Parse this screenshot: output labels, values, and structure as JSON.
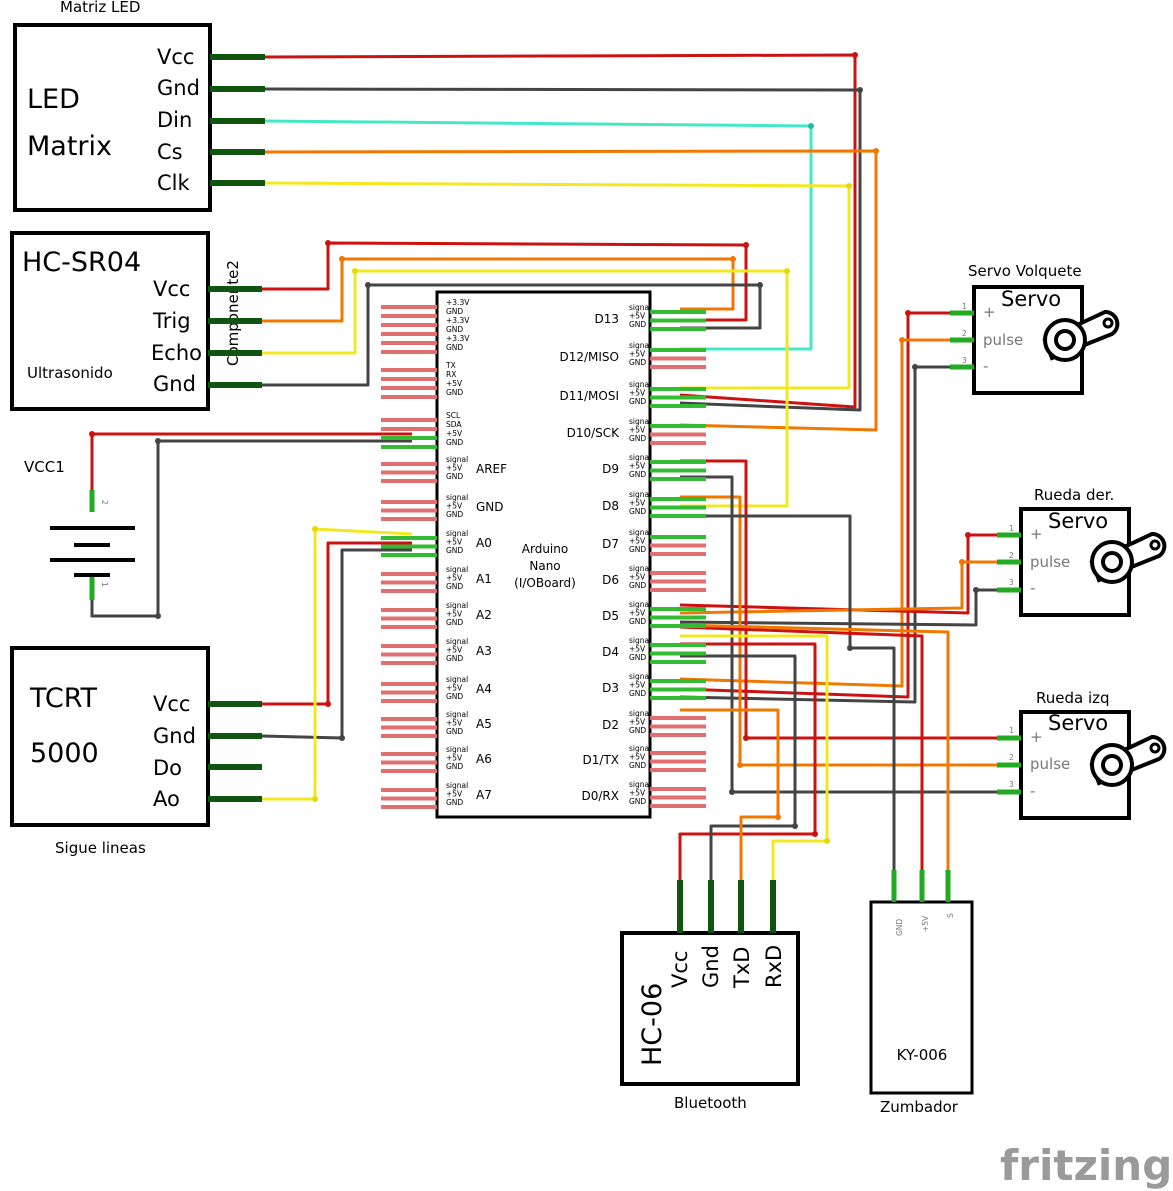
{
  "led": {
    "caption": "Matriz LED",
    "name_line1": "LED",
    "name_line2": "Matrix",
    "pins": [
      "Vcc",
      "Gnd",
      "Din",
      "Cs",
      "Clk"
    ]
  },
  "sonar": {
    "name": "HC-SR04",
    "caption": "Ultrasonido",
    "side_label": "Componente2",
    "pins": [
      "Vcc",
      "Trig",
      "Echo",
      "Gnd"
    ]
  },
  "vcc": {
    "label": "VCC1",
    "pin2": "2",
    "pin1": "1"
  },
  "tcrt": {
    "name_line1": "TCRT",
    "name_line2": "5000",
    "caption": "Sigue lineas",
    "pins": [
      "Vcc",
      "Gnd",
      "Do",
      "Ao"
    ]
  },
  "nano": {
    "title_line1": "Arduino",
    "title_line2": "Nano",
    "title_line3": "(I/OBoard)",
    "left_power_labels": [
      "+3.3V",
      "GND",
      "+3.3V",
      "GND",
      "+3.3V",
      "GND"
    ],
    "left_serial_labels": [
      "TX",
      "RX",
      "+5V",
      "GND"
    ],
    "left_i2c_labels": [
      "SCL",
      "SDA",
      "+5V",
      "GND"
    ],
    "left_groups": [
      "AREF",
      "GND",
      "A0",
      "A1",
      "A2",
      "A3",
      "A4",
      "A5",
      "A6",
      "A7"
    ],
    "right_groups": [
      "D13",
      "D12/MISO",
      "D11/MOSI",
      "D10/SCK",
      "D9",
      "D8",
      "D7",
      "D6",
      "D5",
      "D4",
      "D3",
      "D2",
      "D1/TX",
      "D0/RX"
    ],
    "triple_left": [
      "signal",
      "+5V",
      "GND"
    ],
    "triple_right": [
      "signa",
      "+5V",
      "GND"
    ]
  },
  "servo_volquete": {
    "caption": "Servo Volquete",
    "name": "Servo",
    "pin_labels": [
      "+",
      "pulse",
      "-"
    ],
    "pin_numbers": [
      "1",
      "2",
      "3"
    ]
  },
  "servo_der": {
    "caption": "Rueda der.",
    "name": "Servo",
    "pin_labels": [
      "+",
      "pulse",
      "-"
    ],
    "pin_numbers": [
      "1",
      "2",
      "3"
    ]
  },
  "servo_izq": {
    "caption": "Rueda izq",
    "name": "Servo",
    "pin_labels": [
      "+",
      "pulse",
      "-"
    ],
    "pin_numbers": [
      "1",
      "2",
      "3"
    ]
  },
  "hc06": {
    "name": "HC-06",
    "caption": "Bluetooth",
    "pins": [
      "Vcc",
      "Gnd",
      "TxD",
      "RxD"
    ]
  },
  "buzzer": {
    "name": "KY-006",
    "caption": "Zumbador",
    "pins": [
      "GND",
      "+5V",
      "S"
    ]
  },
  "brand": "fritzing",
  "colors": {
    "power": "#cc1111",
    "ground": "#444444",
    "din": "#44e8c8",
    "signal_orange": "#f07800",
    "signal_yellow": "#f2e820",
    "pin": "#22aa22",
    "header": "#e07070"
  }
}
